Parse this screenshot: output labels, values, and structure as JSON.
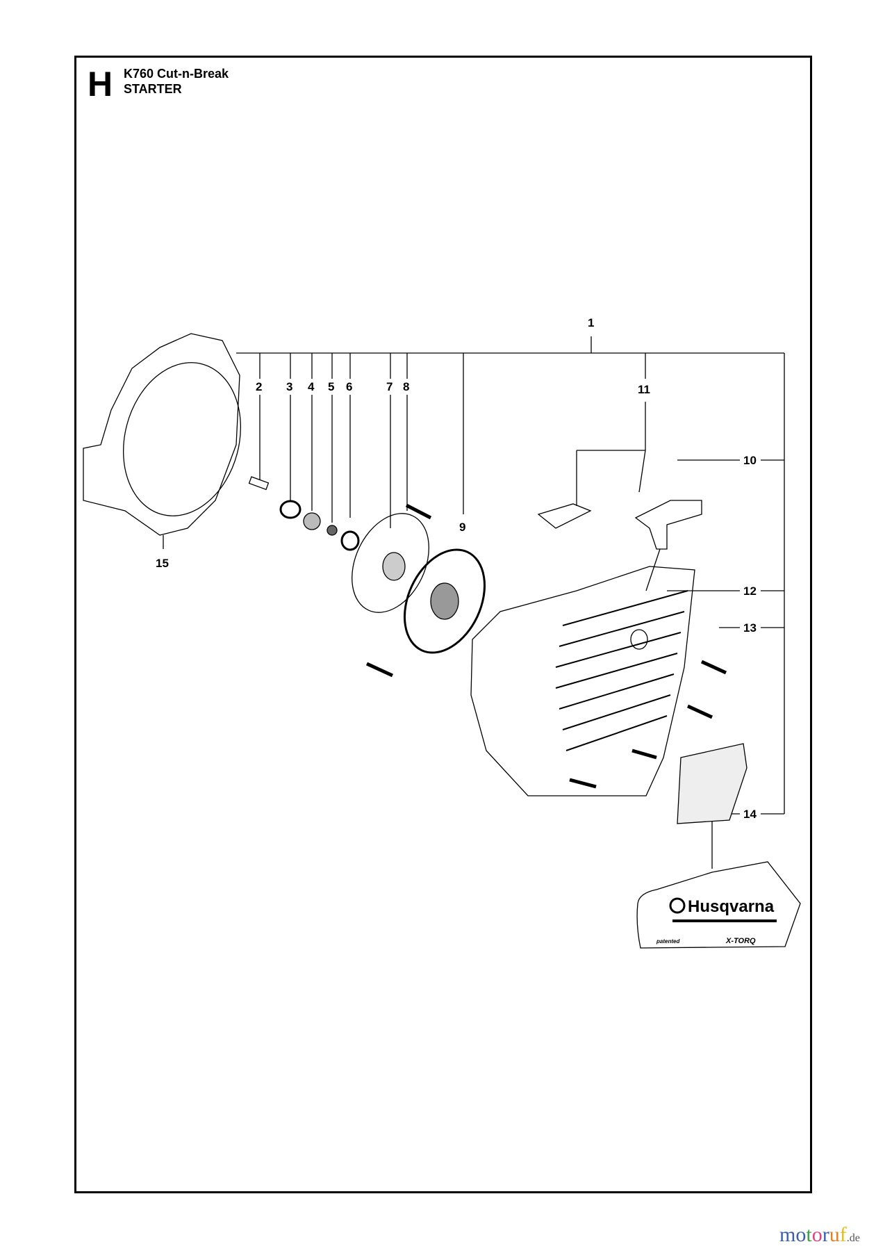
{
  "header": {
    "section_letter": "H",
    "model": "K760 Cut-n-Break",
    "title": "STARTER"
  },
  "callouts": [
    "1",
    "2",
    "3",
    "4",
    "5",
    "6",
    "7",
    "8",
    "9",
    "10",
    "11",
    "12",
    "13",
    "14",
    "15"
  ],
  "decal": {
    "brand": "Husqvarna",
    "left_text": "patented",
    "right_text": "X-TORQ"
  },
  "watermark": {
    "text": "motoruf",
    "suffix": ".de",
    "colors": [
      "#3a5fb0",
      "#3a5fb0",
      "#3aa040",
      "#e04080",
      "#3a5fb0",
      "#e08020",
      "#e0c020"
    ]
  }
}
